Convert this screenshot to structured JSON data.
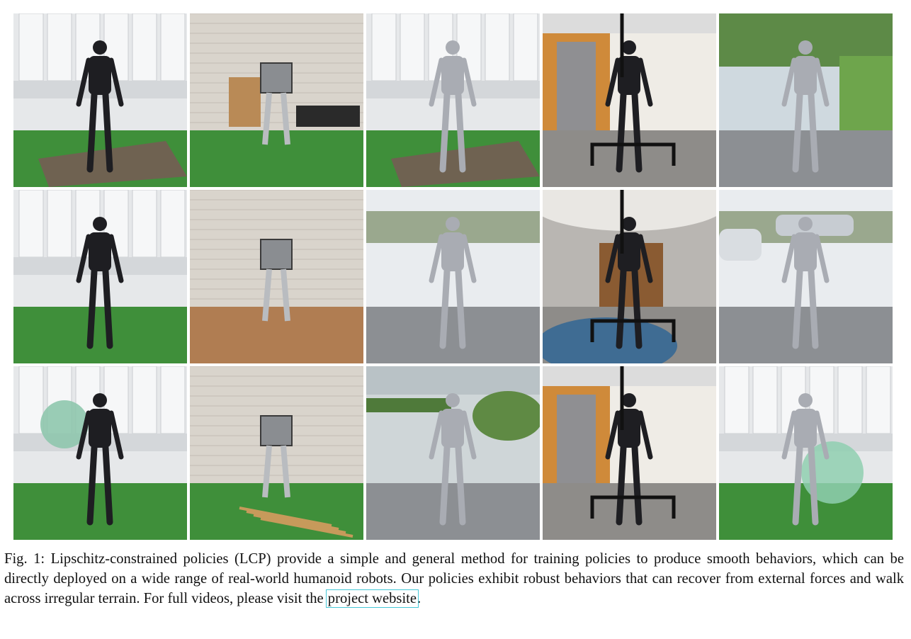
{
  "figure": {
    "panels": [
      {
        "scene": "indoor-window",
        "robot": "dark",
        "floor": "turf",
        "extra": "stone-mat"
      },
      {
        "scene": "indoor-brick",
        "robot": "box",
        "floor": "turf",
        "extra": "boxes"
      },
      {
        "scene": "indoor-window",
        "robot": "silver",
        "floor": "turf",
        "extra": "stone-mat"
      },
      {
        "scene": "hall-orange",
        "robot": "black-frame",
        "floor": "gray",
        "extra": "none"
      },
      {
        "scene": "outdoor-path",
        "robot": "silver",
        "floor": "asphalt",
        "extra": "none"
      },
      {
        "scene": "indoor-window",
        "robot": "dark",
        "floor": "turf",
        "extra": "none"
      },
      {
        "scene": "indoor-brick",
        "robot": "box",
        "floor": "wood",
        "extra": "none"
      },
      {
        "scene": "outdoor-lot",
        "robot": "silver",
        "floor": "asphalt",
        "extra": "none"
      },
      {
        "scene": "hall-gray",
        "robot": "black-frame",
        "floor": "gray",
        "extra": "blue-rug"
      },
      {
        "scene": "outdoor-lot",
        "robot": "silver",
        "floor": "asphalt",
        "extra": "cars"
      },
      {
        "scene": "indoor-window",
        "robot": "dark",
        "floor": "turf",
        "extra": "ball-left"
      },
      {
        "scene": "indoor-brick",
        "robot": "box",
        "floor": "turf",
        "extra": "sticks"
      },
      {
        "scene": "outdoor-garden",
        "robot": "silver",
        "floor": "asphalt",
        "extra": "none"
      },
      {
        "scene": "hall-orange",
        "robot": "black-frame",
        "floor": "gray",
        "extra": "none"
      },
      {
        "scene": "indoor-window",
        "robot": "silver",
        "floor": "turf",
        "extra": "ball-right"
      }
    ],
    "colors": {
      "turf": "#3f8f3a",
      "robot_dark": "#1e1e22",
      "robot_silver": "#a9acb3",
      "link_box": "#46c8d8"
    }
  },
  "caption": {
    "text": "Fig. 1: Lipschitz-constrained policies (LCP) provide a simple and general method for training policies to produce smooth behaviors, which can be directly deployed on a wide range of real-world humanoid robots. Our policies exhibit robust behaviors that can recover from external forces and walk across irregular terrain. For full videos, please visit the ",
    "link_text": "project website",
    "end": "."
  }
}
